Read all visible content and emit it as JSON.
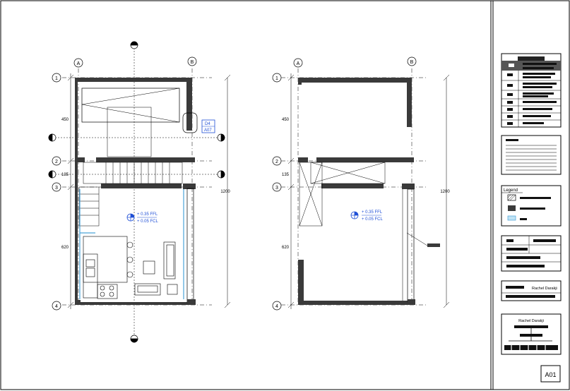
{
  "grid": {
    "col_a": "A",
    "col_b": "B",
    "row_1": "1",
    "row_2": "2",
    "row_3": "3",
    "row_4": "4"
  },
  "dimensions": {
    "d1": "450",
    "d2": "135",
    "d3": "620",
    "overall": "1200"
  },
  "detail_tag": {
    "number": "D4",
    "sheet": "A07"
  },
  "level_marks": {
    "upper": "+ 0.35 FFL",
    "lower": "+ 0.05 FCL"
  },
  "title_block": {
    "legend_title": "Legend",
    "designer_name": "Rachel Darakji",
    "chart_name": "Rachel Darakji",
    "sheet_number": "A01"
  },
  "colors": {
    "line": "#000000",
    "wall": "#3a3a3a",
    "annotation": "#1f4fd6",
    "glass": "#4aa3d8"
  }
}
